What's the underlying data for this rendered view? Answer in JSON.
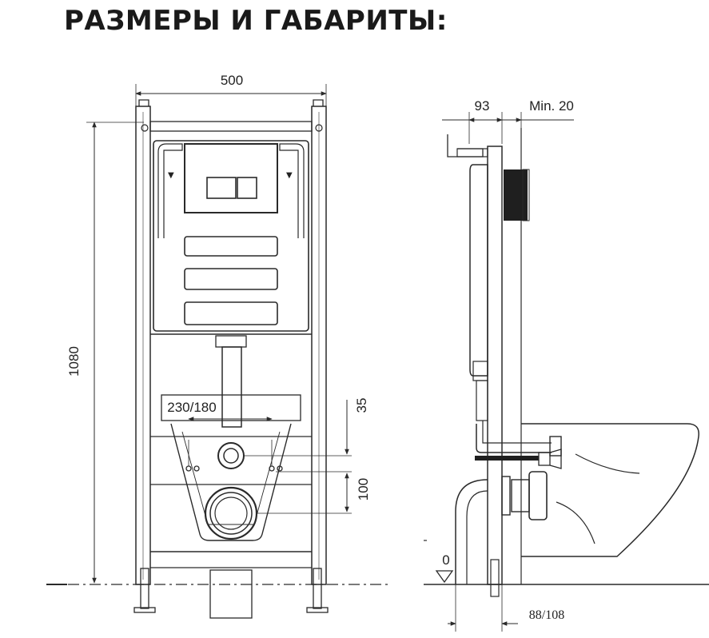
{
  "title": "РАЗМЕРЫ И ГАБАРИТЫ:",
  "front_view": {
    "width_label": "500",
    "height_label": "1080",
    "spacing_label": "230/180",
    "offset_35_label": "35",
    "offset_100_label": "100"
  },
  "side_view": {
    "depth_label": "93",
    "min_label": "Min. 20",
    "floor_label": "0",
    "leg_label": "88/108"
  }
}
